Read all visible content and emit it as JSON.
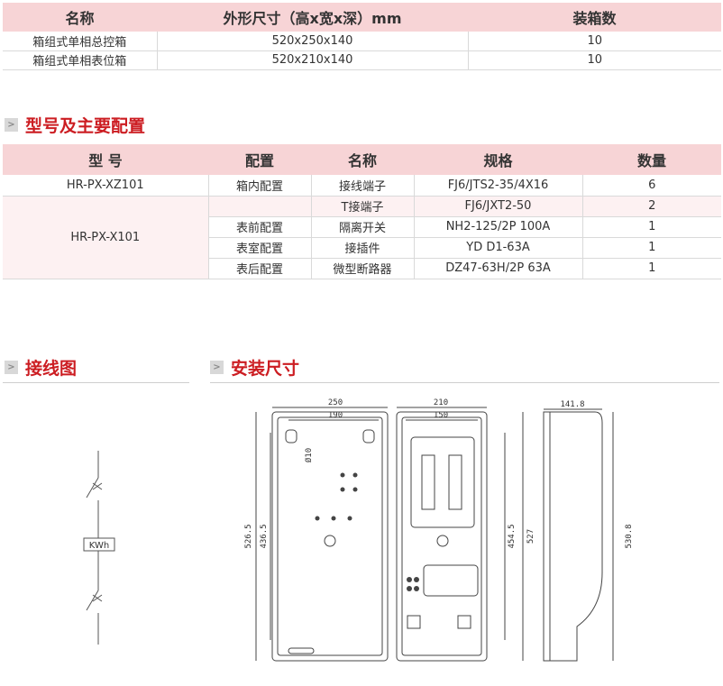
{
  "dims_table": {
    "headers": [
      "名称",
      "外形尺寸（高x宽x深）mm",
      "装箱数"
    ],
    "rows": [
      [
        "箱组式单相总控箱",
        "520x250x140",
        "10"
      ],
      [
        "箱组式单相表位箱",
        "520x210x140",
        "10"
      ]
    ]
  },
  "config_section": {
    "marker": ">",
    "title": "型号及主要配置"
  },
  "config_table": {
    "headers": [
      "型  号",
      "配置",
      "名称",
      "规格",
      "数量"
    ],
    "model_1": "HR-PX-XZ101",
    "model_2": "HR-PX-X101",
    "rows": [
      {
        "config": "箱内配置",
        "name": "接线端子",
        "spec": "FJ6/JTS2-35/4X16",
        "qty": "6"
      },
      {
        "config": "",
        "name": "T接端子",
        "spec": "FJ6/JXT2-50",
        "qty": "2"
      },
      {
        "config": "表前配置",
        "name": "隔离开关",
        "spec": "NH2-125/2P 100A",
        "qty": "1"
      },
      {
        "config": "表室配置",
        "name": "接插件",
        "spec": "YD D1-63A",
        "qty": "1"
      },
      {
        "config": "表后配置",
        "name": "微型断路器",
        "spec": "DZ47-63H/2P 63A",
        "qty": "1"
      }
    ]
  },
  "wiring_section": {
    "marker": ">",
    "title": "接线图",
    "meter_label": "KWh"
  },
  "install_section": {
    "marker": ">",
    "title": "安装尺寸"
  },
  "drawing": {
    "dim_250": "250",
    "dim_190": "190",
    "dim_210": "210",
    "dim_150": "150",
    "dim_141": "141.8",
    "dim_526": "526.5",
    "dim_436": "436.5",
    "dim_454": "454.5",
    "dim_527": "527",
    "dim_530": "530.8",
    "dim_hole": "Ø10"
  },
  "colors": {
    "accent_red": "#cc1d22",
    "header_pink": "#f7d4d6"
  }
}
